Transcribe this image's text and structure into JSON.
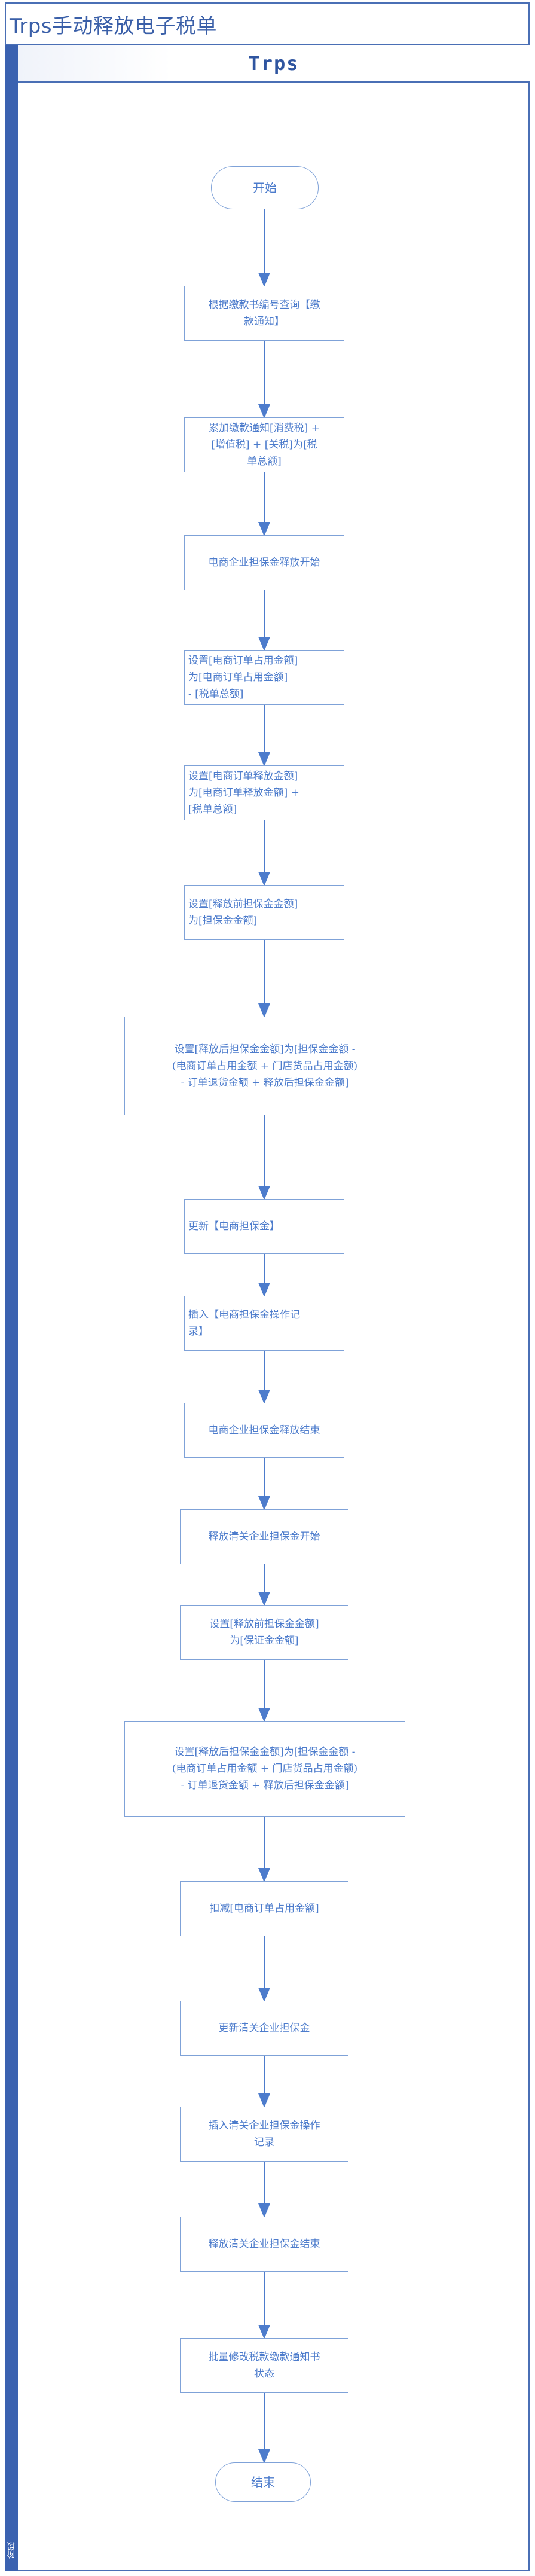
{
  "diagram": {
    "title": "Trps手动释放电子税单",
    "lane_title": "Trps",
    "lane_side_label": "阶段",
    "nodes": [
      {
        "id": "start",
        "label": "开始",
        "shape": "terminal"
      },
      {
        "id": "n1",
        "label": "根据缴款书编号查询【缴\n款通知】",
        "shape": "process"
      },
      {
        "id": "n2",
        "label": "累加缴款通知[消费税] +\n[增值税] + [关税]为[税\n单总额]",
        "shape": "process"
      },
      {
        "id": "n3",
        "label": "电商企业担保金释放开始",
        "shape": "process"
      },
      {
        "id": "n4",
        "label": "设置[电商订单占用金额]\n为[电商订单占用金额]\n- [税单总额]",
        "shape": "process"
      },
      {
        "id": "n5",
        "label": "设置[电商订单释放金额]\n为[电商订单释放金额] +\n[税单总额]",
        "shape": "process"
      },
      {
        "id": "n6",
        "label": "设置[释放前担保金金额]\n为[担保金金额]",
        "shape": "process"
      },
      {
        "id": "n7",
        "label": "设置[释放后担保金金额]为[担保金金额 -\n(电商订单占用金额 + 门店货品占用金额)\n- 订单退货金额 + 释放后担保金金额]",
        "shape": "process"
      },
      {
        "id": "n8",
        "label": "更新【电商担保金】",
        "shape": "process"
      },
      {
        "id": "n9",
        "label": "插入【电商担保金操作记\n录】",
        "shape": "process"
      },
      {
        "id": "n10",
        "label": "电商企业担保金释放结束",
        "shape": "process"
      },
      {
        "id": "n11",
        "label": "释放清关企业担保金开始",
        "shape": "process"
      },
      {
        "id": "n12",
        "label": "设置[释放前担保金金额]\n为[保证金金额]",
        "shape": "process"
      },
      {
        "id": "n13",
        "label": "设置[释放后担保金金额]为[担保金金额 -\n(电商订单占用金额 + 门店货品占用金额)\n- 订单退货金额 + 释放后担保金金额]",
        "shape": "process"
      },
      {
        "id": "n14",
        "label": "扣减[电商订单占用金额]",
        "shape": "process"
      },
      {
        "id": "n15",
        "label": "更新清关企业担保金",
        "shape": "process"
      },
      {
        "id": "n16",
        "label": "插入清关企业担保金操作\n记录",
        "shape": "process"
      },
      {
        "id": "n17",
        "label": "释放清关企业担保金结束",
        "shape": "process"
      },
      {
        "id": "n18",
        "label": "批量修改税款缴款通知书\n状态",
        "shape": "process"
      },
      {
        "id": "end",
        "label": "结束",
        "shape": "terminal"
      }
    ]
  }
}
